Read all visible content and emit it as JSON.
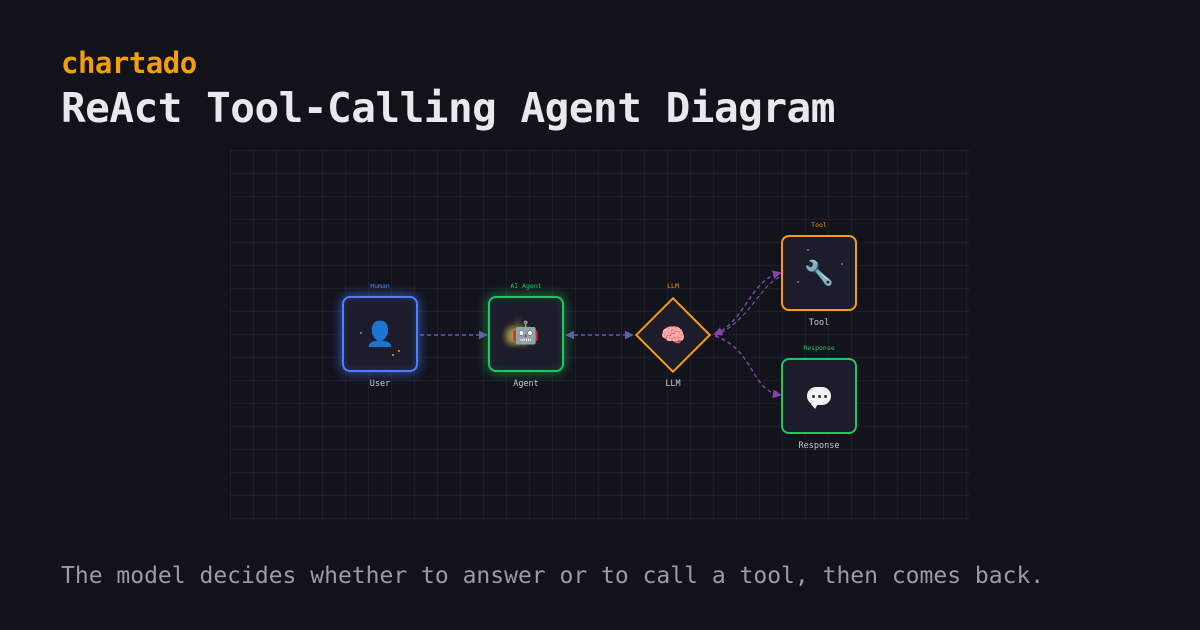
{
  "brand": "chartado",
  "title": "ReAct Tool-Calling Agent Diagram",
  "caption": "The model decides whether to answer or to call a tool, then comes back.",
  "diagram": {
    "nodes": {
      "user": {
        "label": "User",
        "tag": "Human",
        "icon": "user-icon"
      },
      "agent": {
        "label": "Agent",
        "tag": "AI Agent",
        "icon": "robot-icon"
      },
      "llm": {
        "label": "LLM",
        "tag": "LLM",
        "icon": "brain-icon"
      },
      "tool": {
        "label": "Tool",
        "tag": "Tool",
        "icon": "wrench-icon"
      },
      "response": {
        "label": "Response",
        "tag": "Response",
        "icon": "speech-bubble-icon"
      }
    },
    "edges": [
      {
        "from": "User",
        "to": "Agent",
        "style": "dashed"
      },
      {
        "from": "Agent",
        "to": "LLM",
        "style": "dashed",
        "bidirectional": true
      },
      {
        "from": "LLM",
        "to": "Tool",
        "style": "dashed",
        "bidirectional": true
      },
      {
        "from": "LLM",
        "to": "Response",
        "style": "dashed"
      }
    ]
  },
  "colors": {
    "background": "#12121b",
    "brand": "#f59e0b",
    "human": "#4f7dff",
    "agent": "#22c55e",
    "llm": "#f59e0b",
    "tool": "#f59e0b",
    "response": "#22c55e",
    "edge_indigo": "#5a5fa8",
    "edge_purple": "#8b3fa8"
  }
}
